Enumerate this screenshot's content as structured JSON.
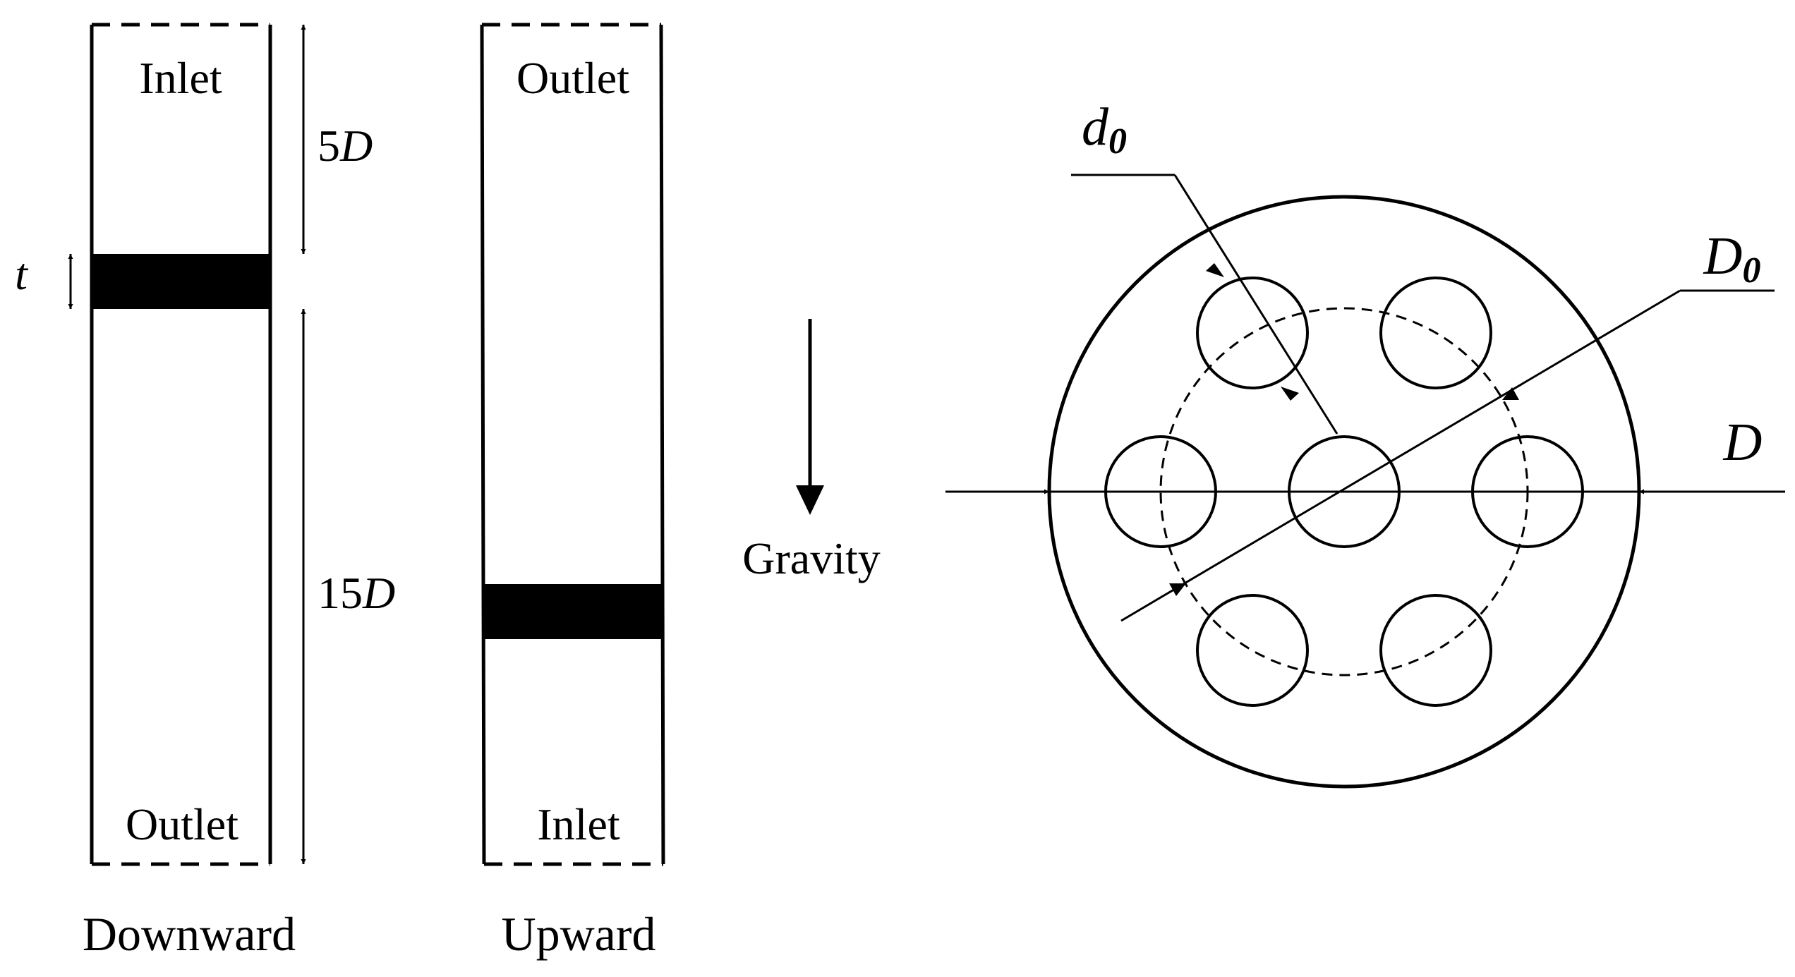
{
  "downward": {
    "inlet": "Inlet",
    "outlet": "Outlet",
    "caption": "Downward",
    "dim_top": {
      "num": "5",
      "sym": "D"
    },
    "dim_bottom": {
      "num": "15",
      "sym": "D"
    },
    "thickness": "t"
  },
  "upward": {
    "inlet": "Inlet",
    "outlet": "Outlet",
    "caption": "Upward"
  },
  "gravity": {
    "label": "Gravity"
  },
  "plate": {
    "hole_label": {
      "sym": "d",
      "sub": "0"
    },
    "pitch_label": {
      "sym": "D",
      "sub": "0"
    },
    "diameter_label": "D"
  }
}
